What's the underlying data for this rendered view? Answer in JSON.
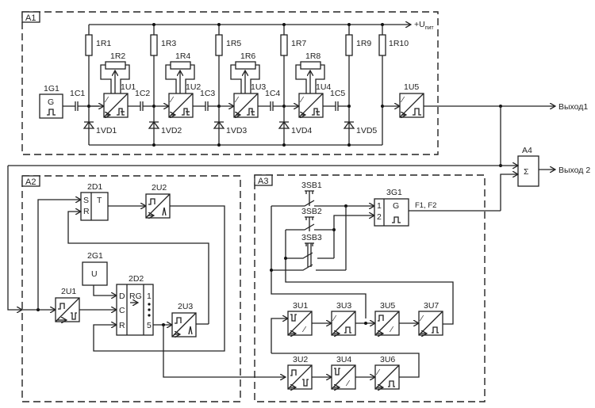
{
  "diagram": {
    "type": "block-circuit-schematic",
    "blocks": {
      "A1": "A1",
      "A2": "A2",
      "A3": "A3",
      "A4": "A4"
    },
    "a1": {
      "generator": "1G1",
      "generator_symbol": "G",
      "capacitors": [
        "1C1",
        "1C2",
        "1C3",
        "1C4",
        "1C5"
      ],
      "resistors_top": [
        "1R1",
        "1R3",
        "1R5",
        "1R7",
        "1R9",
        "1R10"
      ],
      "potentiometers": [
        "1R2",
        "1R4",
        "1R6",
        "1R8"
      ],
      "converters": [
        "1U1",
        "1U2",
        "1U3",
        "1U4",
        "1U5"
      ],
      "diodes": [
        "1VD1",
        "1VD2",
        "1VD3",
        "1VD4",
        "1VD5"
      ],
      "supply_label": "+U",
      "supply_sub": "пит"
    },
    "a2": {
      "trigger": "2D1",
      "trigger_inputs": [
        "S",
        "R"
      ],
      "trigger_symbol": "T",
      "register": "2D2",
      "register_inputs": [
        "D",
        "C",
        "R"
      ],
      "register_symbol": "RG",
      "register_outputs": [
        "1",
        "5"
      ],
      "source": "2G1",
      "source_symbol": "U",
      "converters": [
        "2U1",
        "2U2",
        "2U3"
      ]
    },
    "a3": {
      "buttons": [
        "3SB1",
        "3SB2",
        "3SB3"
      ],
      "generator": "3G1",
      "generator_symbol": "G",
      "generator_inputs": [
        "1",
        "2"
      ],
      "generator_output": "F1, F2",
      "converters_row1": [
        "3U1",
        "3U3",
        "3U5",
        "3U7"
      ],
      "converters_row2": [
        "3U2",
        "3U4",
        "3U6"
      ]
    },
    "a4": {
      "symbol": "Σ"
    },
    "outputs": {
      "out1": "Выход1",
      "out2": "Выход 2"
    }
  }
}
